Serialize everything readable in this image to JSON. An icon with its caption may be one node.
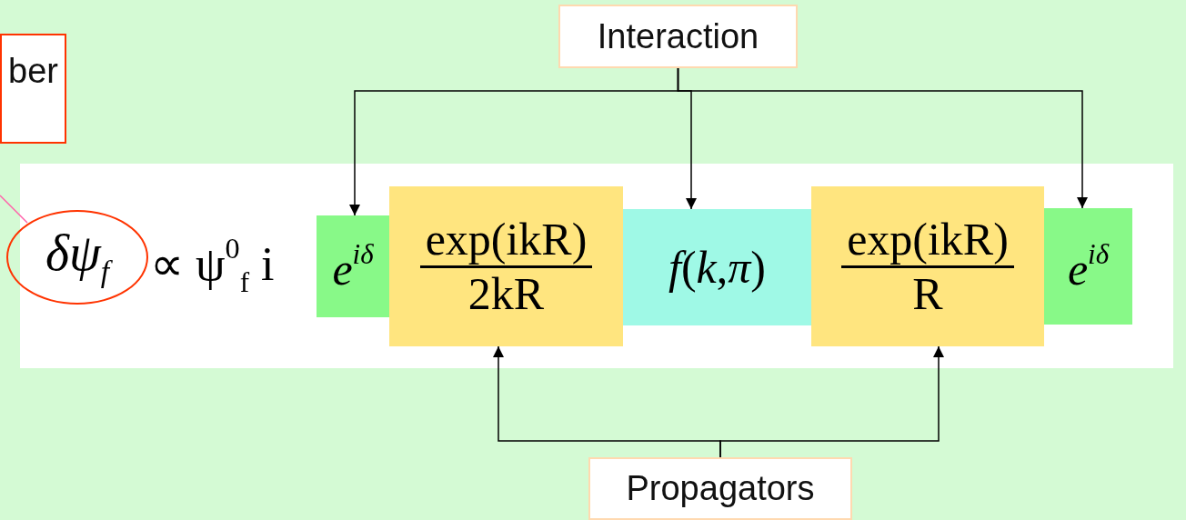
{
  "diagram": {
    "nodes": [
      {
        "text": [
          "ber"
        ]
      },
      {
        "text": [
          "Interaction"
        ]
      },
      {
        "text": [
          "Propagators"
        ]
      },
      {
        "text": [
          "∝ ψ$^{0}$$_{f}$ i"
        ]
      },
      {
        "text": [
          "δψ$_{f}$"
        ]
      },
      {
        "text": [
          "e$^{iδ}$"
        ],
        "in": 3
      },
      {
        "text": [
          "exp(ikR)",
          "2kR"
        ],
        "in": 3
      },
      {
        "text": [
          "*f*(*k*,*π*)"
        ],
        "in": 3
      },
      {
        "text": [
          "exp(ikR)",
          "R"
        ],
        "in": 3
      },
      {
        "text": [
          "e$^{iδ}$"
        ],
        "in": 3
      }
    ],
    "edges": [
      {
        "from": 1,
        "to": 5,
        "arrow": "to"
      },
      {
        "from": 1,
        "to": 7,
        "arrow": "to"
      },
      {
        "from": 1,
        "to": 9,
        "arrow": "to"
      },
      {
        "from": 2,
        "to": 6,
        "arrow": "to"
      },
      {
        "from": 2,
        "to": 8,
        "arrow": "to"
      },
      {
        "from": null,
        "to": 4,
        "arrow": "none",
        "color": "#ff5fa8"
      }
    ]
  }
}
